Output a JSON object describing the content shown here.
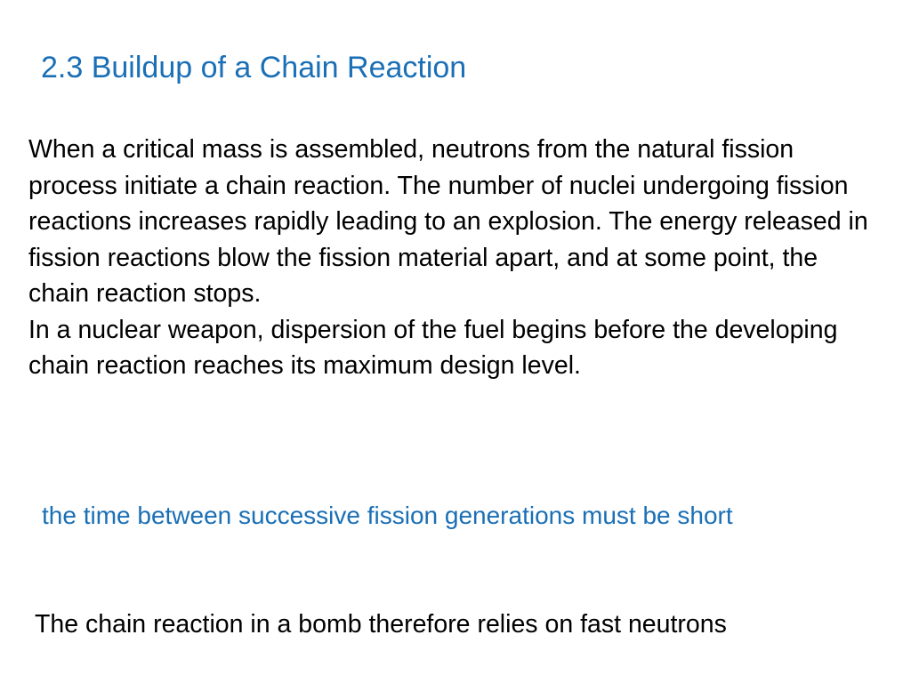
{
  "slide": {
    "title": "2.3 Buildup of a Chain Reaction",
    "paragraphs": [
      "When a critical mass is assembled, neutrons from the natural fission process initiate a chain reaction. The number of nuclei undergoing fission reactions increases rapidly leading to an explosion. The energy released in fission reactions blow the fission material apart, and at some point, the chain reaction stops.",
      "In a nuclear weapon, dispersion of the fuel begins before the developing chain reaction reaches its maximum design level."
    ],
    "highlight": "the time between successive fission generations must be short",
    "conclusion": "The chain reaction in a bomb therefore relies on fast neutrons",
    "colors": {
      "accent": "#1a6fb5",
      "text": "#000000",
      "background": "#ffffff"
    }
  }
}
